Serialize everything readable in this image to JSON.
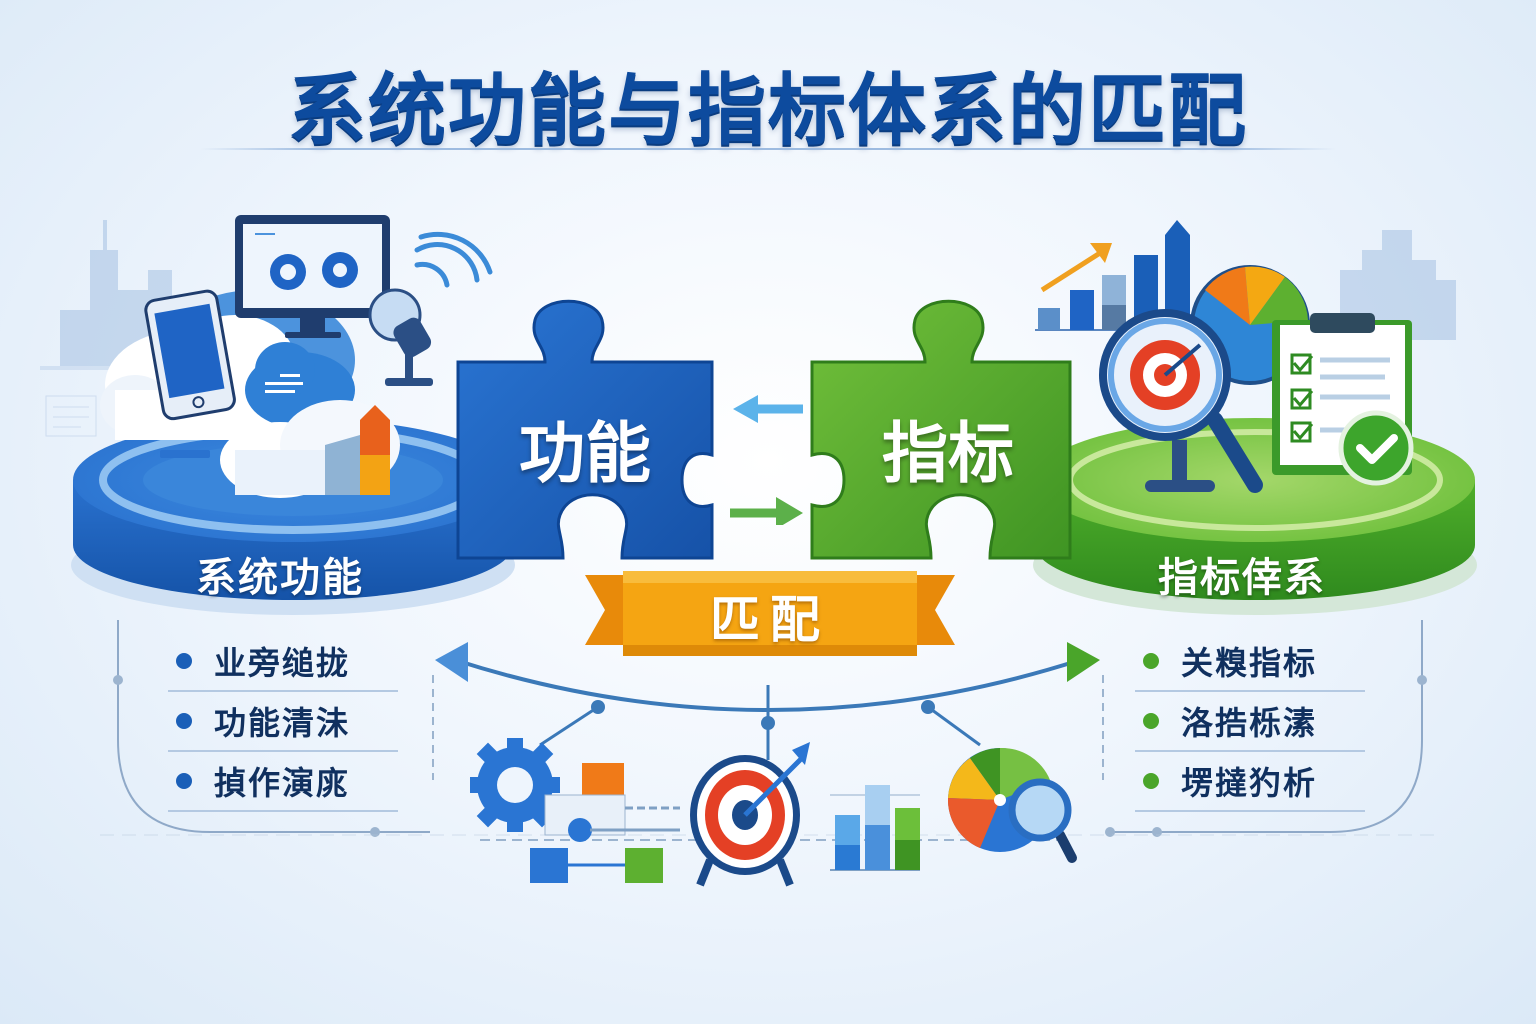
{
  "title": "系统功能与指标体系的匹配",
  "left_pedestal": {
    "label": "系统功能",
    "color": "#1e63c4",
    "icons": [
      "monitor-with-gears-icon",
      "smartphone-icon",
      "cloud-icon",
      "database-cloud-icon",
      "wifi-icon",
      "camera-icon",
      "building-block-icon"
    ]
  },
  "right_pedestal": {
    "label": "指标倖系",
    "color": "#4aa52a",
    "icons": [
      "bar-chart-up-icon",
      "pie-gauge-icon",
      "target-magnifier-icon",
      "checklist-clipboard-icon",
      "check-badge-icon"
    ]
  },
  "puzzle": {
    "left": {
      "label": "功能",
      "color": "#1b5fc0"
    },
    "right": {
      "label": "指标",
      "color": "#52ad2c"
    },
    "arrow_left_color": "#5bb3ea",
    "arrow_right_color": "#5cb04a"
  },
  "banner": {
    "label": "匹配",
    "color": "#f5a10f"
  },
  "left_list": {
    "bullet_color": "#1a5fb8",
    "items": [
      "业旁缒拢",
      "功能清沬",
      "揁作演庣"
    ]
  },
  "right_list": {
    "bullet_color": "#4aa52a",
    "items": [
      "关糗指标",
      "洛捁栎溸",
      "塄撻犳析"
    ]
  },
  "bottom_icons": [
    "gear-flowchart-icon",
    "target-dart-icon",
    "bar-chart-icon",
    "pie-magnifier-icon"
  ]
}
